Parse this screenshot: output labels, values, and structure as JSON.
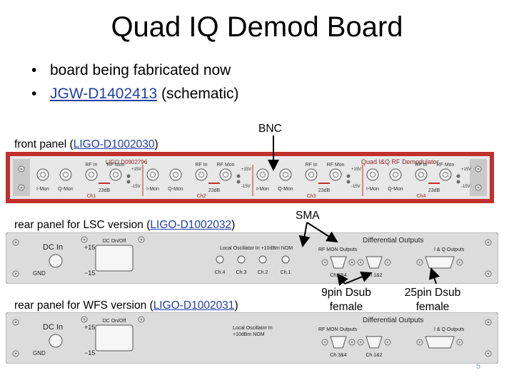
{
  "slide": {
    "title": "Quad IQ Demod Board",
    "bullets": [
      {
        "text": "board being fabricated now",
        "link": ""
      },
      {
        "text": " (schematic)",
        "link": "JGW-D1402413"
      }
    ],
    "page_number": "5"
  },
  "labels": {
    "bnc": "BNC",
    "sma": "SMA",
    "dsub9": [
      "9pin Dsub",
      "female"
    ],
    "dsub25": [
      "25pin Dsub",
      "female"
    ],
    "front": {
      "prefix": "front panel (",
      "link": "LIGO-D1002030",
      "suffix": ")"
    },
    "rear_lsc": {
      "prefix": "rear panel for LSC version (",
      "link": "LIGO-D1002032",
      "suffix": ")"
    },
    "rear_wfs": {
      "prefix": "rear panel for WFS version (",
      "link": "LIGO-D1002031",
      "suffix": ")"
    }
  },
  "front_panel": {
    "doc_id": "LIGO D0902796",
    "title": "Quad I&Q RF Demodulator",
    "channels": [
      {
        "rf_in": "RF In",
        "rf_mon": "RF Mon",
        "i_mon": "I-Mon",
        "q_mon": "Q-Mon",
        "gain": "23dB",
        "p15": "+15V",
        "m15": "-15V",
        "ch": "Ch1"
      },
      {
        "rf_in": "RF In",
        "rf_mon": "RF Mon",
        "i_mon": "I-Mon",
        "q_mon": "Q-Mon",
        "gain": "23dB",
        "p15": "+15V",
        "m15": "-15V",
        "ch": "Ch2"
      },
      {
        "rf_in": "RF In",
        "rf_mon": "RF Mon",
        "i_mon": "I-Mon",
        "q_mon": "Q-Mon",
        "gain": "23dB",
        "p15": "+15V",
        "m15": "-15V",
        "ch": "Ch3"
      },
      {
        "rf_in": "RF In",
        "rf_mon": "RF Mon",
        "i_mon": "I-Mon",
        "q_mon": "Q-Mon",
        "gain": "23dB",
        "p15": "+15V",
        "m15": "-15V",
        "ch": "Ch4"
      }
    ]
  },
  "rear_lsc": {
    "dc_on_off": "DC On/Off",
    "dc_in": "DC In",
    "p15": "+15",
    "m15": "−15",
    "gnd": "GND",
    "lo_label": "Local Oscillator In  +10dBm NOM",
    "lo_channels": [
      "Ch.4",
      "Ch.3",
      "Ch.2",
      "Ch.1"
    ],
    "diff_outputs": "Differential Outputs",
    "rf_mon_outputs": "RF MON Outputs",
    "iq_outputs": "I & Q Outputs",
    "dsub_a": "Ch.3&4",
    "dsub_b": "Ch.1&2"
  },
  "rear_wfs": {
    "dc_on_off": "DC On/Off",
    "dc_in": "DC In",
    "p15": "+15",
    "m15": "−15",
    "gnd": "GND",
    "lo_label": "Local Oscillator In",
    "lo_level": "+10dBm NOM",
    "diff_outputs": "Differential Outputs",
    "rf_mon_outputs": "RF MON Outputs",
    "iq_outputs": "I & Q Outputs",
    "dsub_a": "Ch.3&4",
    "dsub_b": "Ch.1&2"
  },
  "colors": {
    "front_panel_red": "#c0302c",
    "front_panel_dark": "#8d1f1c",
    "rear_panel_grey": "#dcdcdc",
    "panel_text": "#222222",
    "link_blue": "#1f3fa8",
    "arrow": "#000000"
  }
}
